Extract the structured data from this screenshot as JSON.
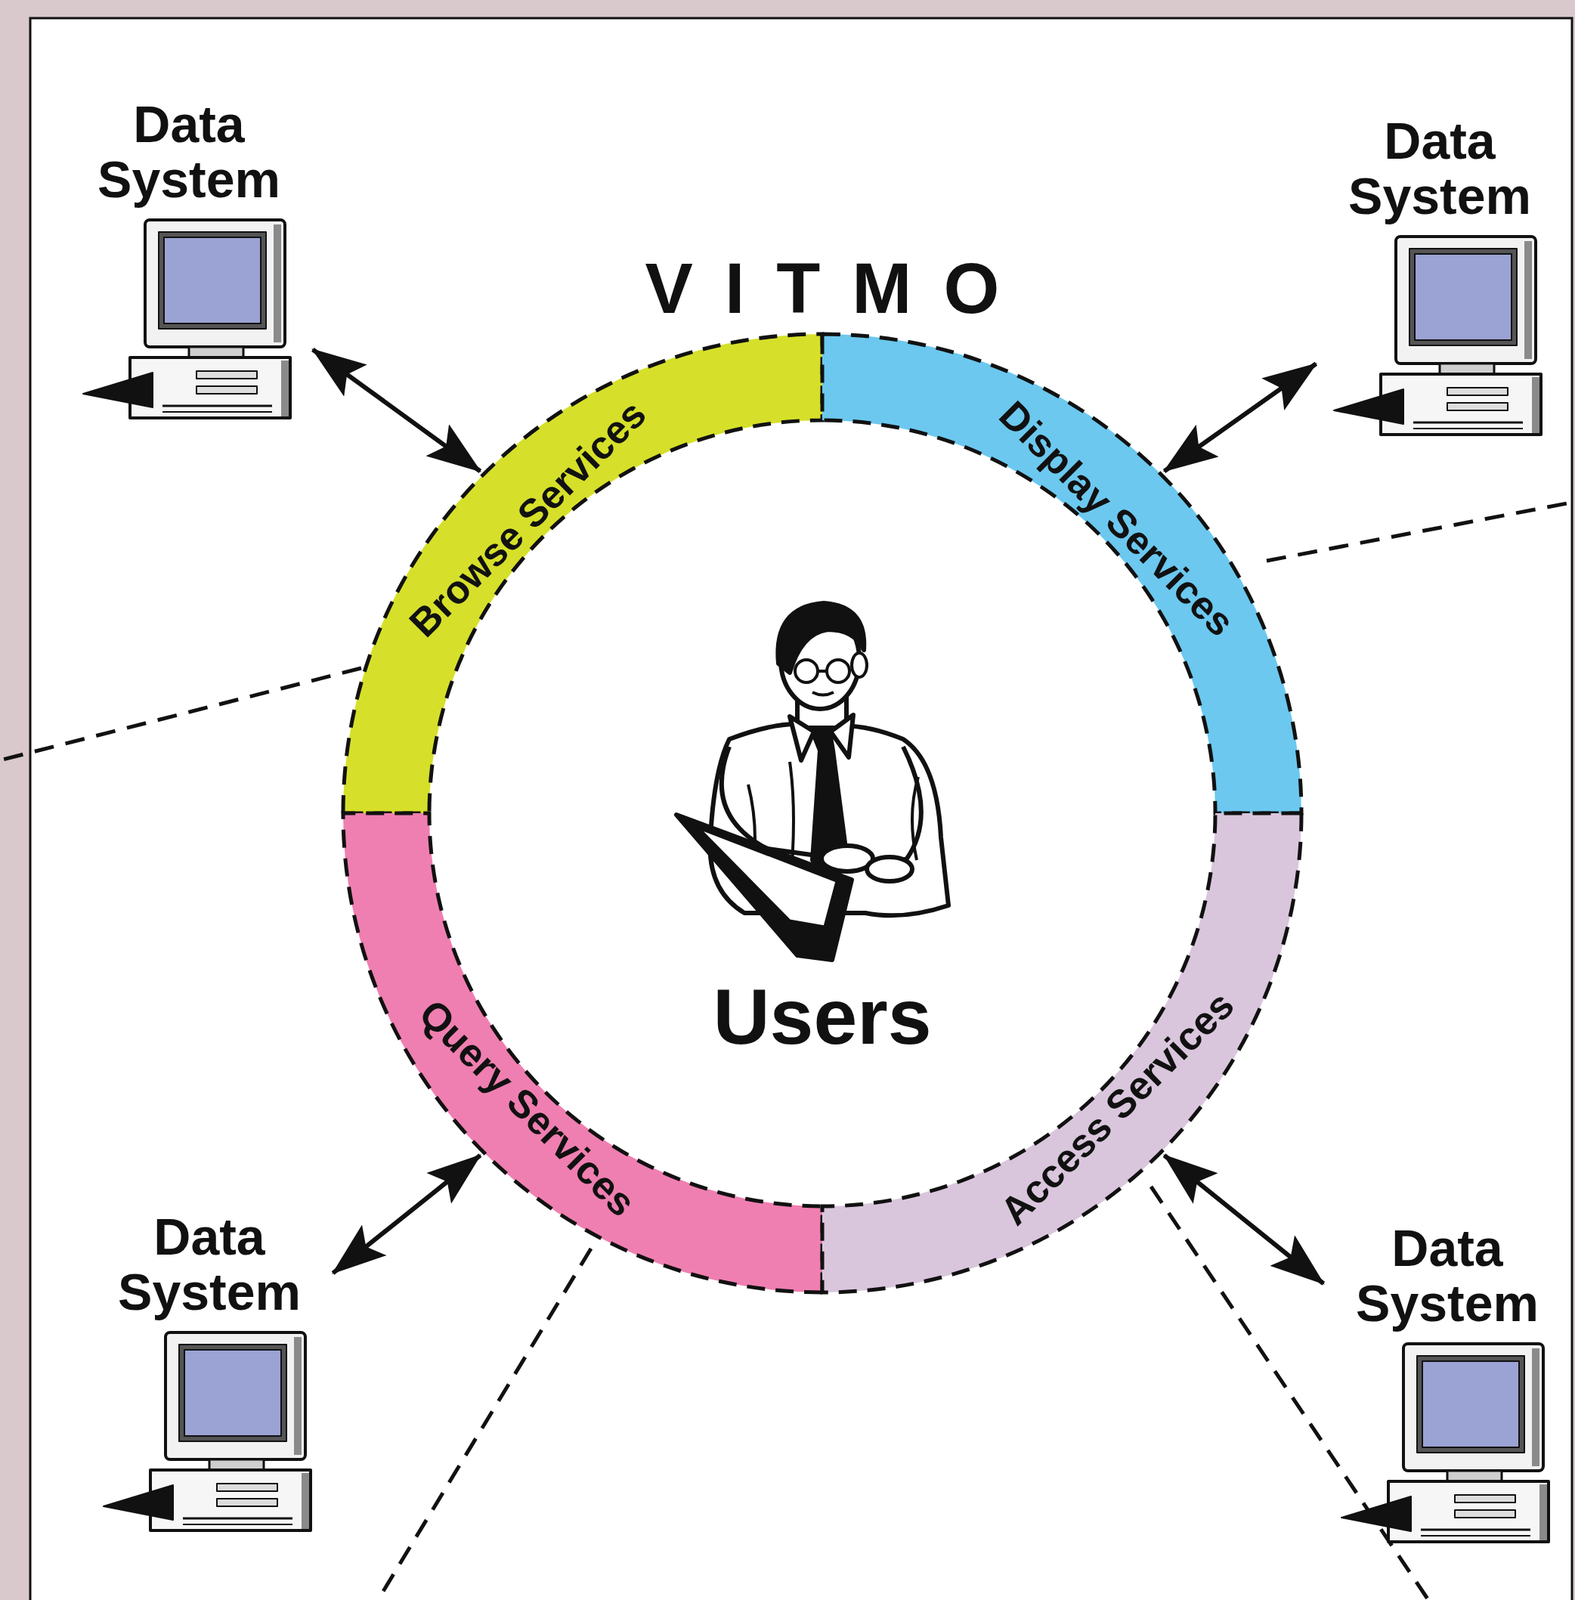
{
  "diagram": {
    "title": "VITMO",
    "nodes": [
      {
        "text": [
          "Data System"
        ]
      },
      {
        "text": [
          "Data System"
        ]
      },
      {
        "text": [
          "Browse Services"
        ]
      },
      {
        "text": [
          "Display Services"
        ]
      },
      {
        "text": [
          "Query Services"
        ]
      },
      {
        "text": [
          "Access Services"
        ]
      },
      {
        "text": [
          "Data System"
        ]
      },
      {
        "text": [
          "Data System"
        ]
      }
    ],
    "edges": [
      {
        "from": 0,
        "to": 2,
        "arrow": "both"
      },
      {
        "from": 1,
        "to": 3,
        "arrow": "both"
      },
      {
        "from": 6,
        "to": 4,
        "arrow": "both"
      },
      {
        "from": 7,
        "to": 5,
        "arrow": "both"
      }
    ],
    "labels": [
      "Users"
    ]
  }
}
